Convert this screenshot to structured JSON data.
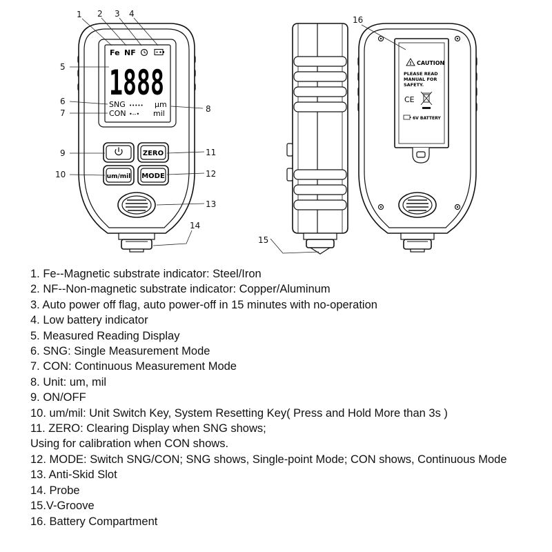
{
  "callouts": {
    "c1": "1",
    "c2": "2",
    "c3": "3",
    "c4": "4",
    "c5": "5",
    "c6": "6",
    "c7": "7",
    "c8": "8",
    "c9": "9",
    "c10": "10",
    "c11": "11",
    "c12": "12",
    "c13": "13",
    "c14": "14",
    "c15": "15",
    "c16": "16"
  },
  "screen": {
    "fe": "Fe",
    "nf": "NF",
    "reading": "1888",
    "sng": "SNG",
    "sng_dots": "•••••",
    "con": "CON",
    "con_dots": "•--•",
    "um": "μm",
    "mil": "mil"
  },
  "buttons": {
    "zero": "ZERO",
    "um_mil": "um/mil",
    "mode": "MODE"
  },
  "label_panel": {
    "caution": "CAUTION",
    "line1": "PLEASE READ",
    "line2": "MANUAL FOR",
    "line3": "SAFETY.",
    "ce": "CE",
    "battery": "6V BATTERY"
  },
  "legend": [
    "1. Fe--Magnetic substrate indicator: Steel/Iron",
    "2. NF--Non-magnetic substrate indicator: Copper/Aluminum",
    "3. Auto power off flag, auto power-off in 15 minutes with no-operation",
    "4. Low battery indicator",
    "5. Measured Reading Display",
    "6. SNG: Single Measurement Mode",
    "7. CON: Continuous Measurement Mode",
    "8. Unit: um, mil",
    "9. ON/OFF",
    "10. um/mil: Unit Switch Key, System Resetting Key( Press and Hold More than 3s )",
    "11. ZERO: Clearing Display when SNG shows;",
    "Using for calibration when CON shows.",
    "12. MODE: Switch SNG/CON; SNG shows, Single-point Mode; CON shows, Continuous Mode",
    "13. Anti-Skid Slot",
    "14. Probe",
    "15.V-Groove",
    "16. Battery Compartment"
  ]
}
